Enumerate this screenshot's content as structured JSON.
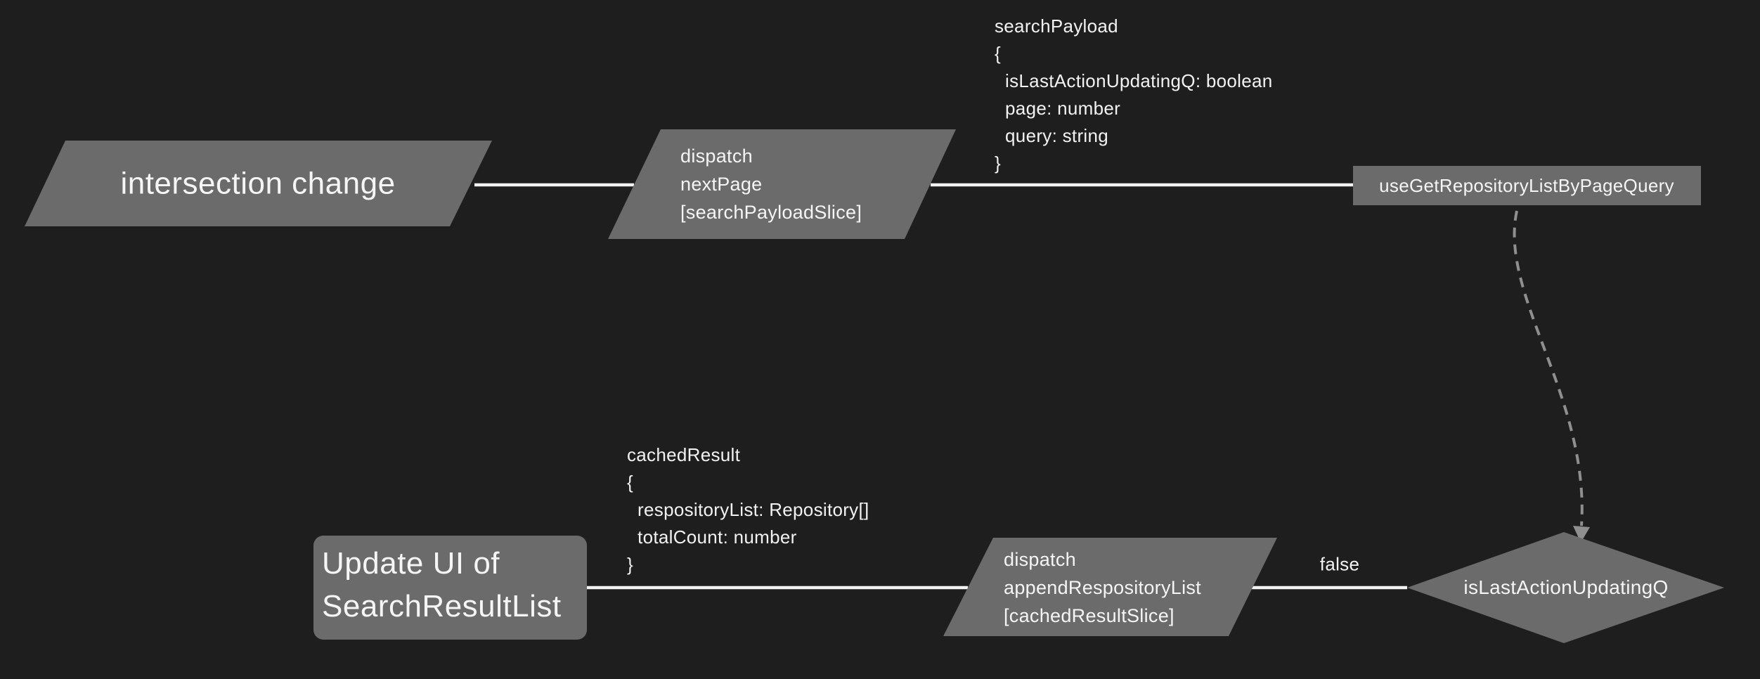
{
  "diagram": {
    "colors": {
      "background": "#1f1e1e",
      "node_fill": "#6b6b6b",
      "node_text": "#f5f5f5",
      "solid_edge": "#f2f2f2",
      "dashed_edge": "#8f8f8f"
    },
    "nodes": {
      "intersection_change": {
        "label": "intersection change",
        "shape": "parallelogram"
      },
      "dispatch_next_page": {
        "label": "dispatch\nnextPage\n[searchPayloadSlice]",
        "shape": "parallelogram"
      },
      "use_get_repository_list_by_page_query": {
        "label": "useGetRepositoryListByPageQuery",
        "shape": "rectangle"
      },
      "is_last_action_updating_q": {
        "label": "isLastActionUpdatingQ",
        "shape": "diamond"
      },
      "dispatch_append_repository_list": {
        "label": "dispatch\nappendRespositoryList\n[cachedResultSlice]",
        "shape": "parallelogram"
      },
      "update_ui_of_search_result_list": {
        "label": "Update UI of\nSearchResultList",
        "shape": "rounded-rectangle"
      }
    },
    "edge_labels": {
      "search_payload": "searchPayload\n{\n  isLastActionUpdatingQ: boolean\n  page: number\n  query: string\n}",
      "cached_result": "cachedResult\n{\n  respositoryList: Repository[]\n  totalCount: number\n}",
      "false_branch": "false"
    }
  }
}
